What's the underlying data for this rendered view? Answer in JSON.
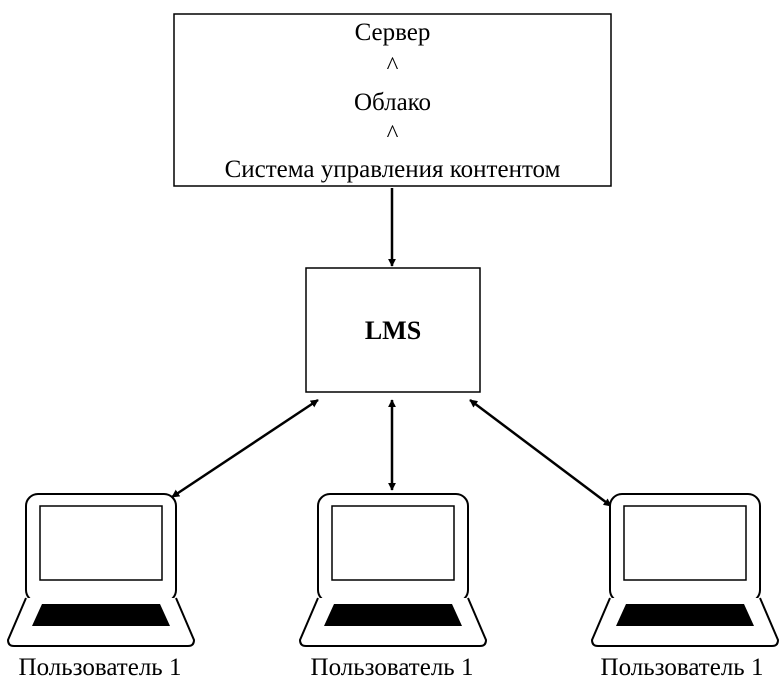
{
  "server_box": {
    "lines": [
      "Сервер",
      "^",
      "Облако",
      "^",
      "Система управления контентом"
    ]
  },
  "lms_box": {
    "label": "LMS"
  },
  "users": [
    {
      "label": "Пользователь 1",
      "icon": "laptop-icon"
    },
    {
      "label": "Пользователь 1",
      "icon": "laptop-icon"
    },
    {
      "label": "Пользователь 1",
      "icon": "laptop-icon"
    }
  ],
  "connections": [
    {
      "from": "server-box",
      "to": "lms-box",
      "direction": "one-way"
    },
    {
      "from": "lms-box",
      "to": "user-1",
      "direction": "two-way"
    },
    {
      "from": "lms-box",
      "to": "user-2",
      "direction": "two-way"
    },
    {
      "from": "lms-box",
      "to": "user-3",
      "direction": "two-way"
    }
  ]
}
